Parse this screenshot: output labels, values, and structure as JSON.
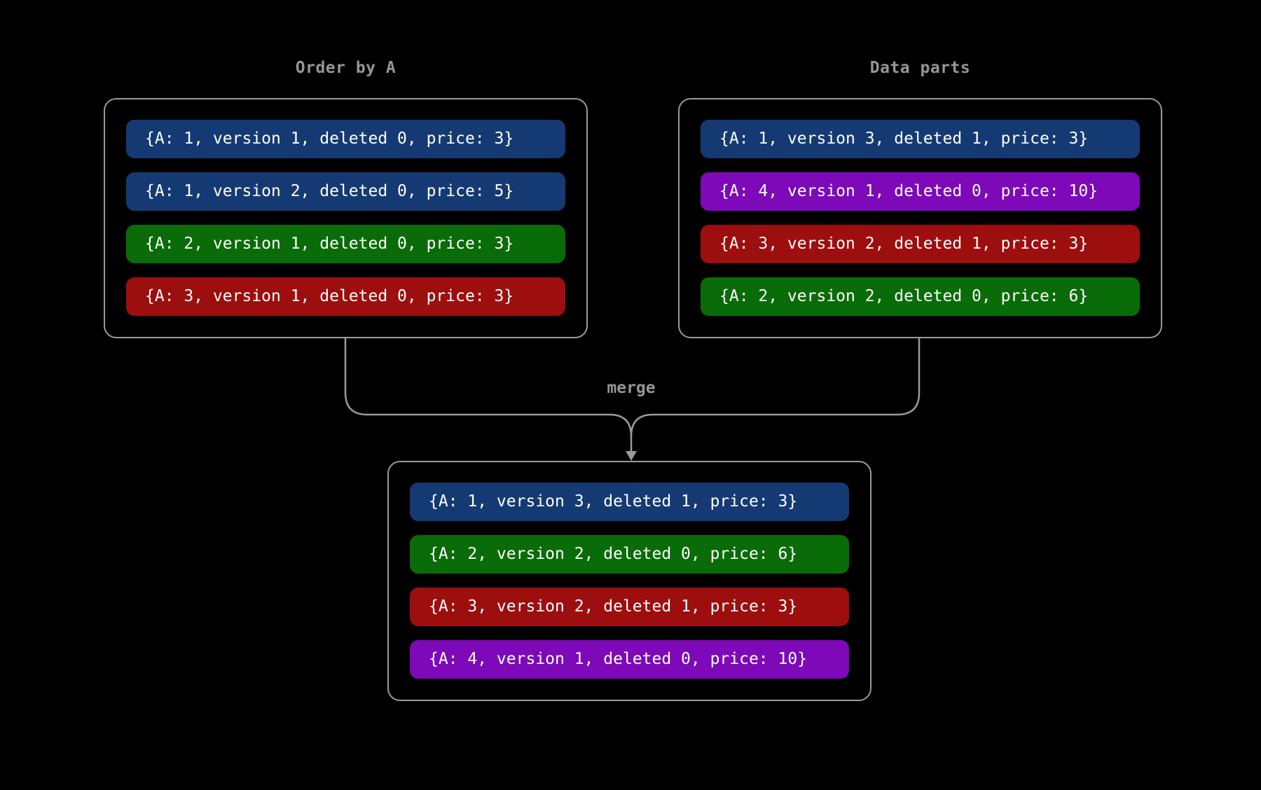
{
  "palette": {
    "background": "#000000",
    "box_border": "#9a9a9a",
    "title_text": "#969696",
    "row_text": "#ffffff",
    "connector": "#9a9a9a",
    "blue": "#153a73",
    "green": "#0a6c08",
    "red": "#9d0e0e",
    "purple": "#7e09b8"
  },
  "connector": {
    "label": "merge",
    "color": "#9a9a9a"
  },
  "boxes": {
    "left": {
      "title": "Order by A",
      "rows": [
        {
          "text": "{A: 1, version 1, deleted 0, price: 3}",
          "color": "#153a73"
        },
        {
          "text": "{A: 1, version 2, deleted 0, price: 5}",
          "color": "#153a73"
        },
        {
          "text": "{A: 2, version 1, deleted 0, price: 3}",
          "color": "#0a6c08"
        },
        {
          "text": "{A: 3, version 1, deleted 0, price: 3}",
          "color": "#9d0e0e"
        }
      ]
    },
    "right": {
      "title": "Data parts",
      "rows": [
        {
          "text": "{A: 1, version 3, deleted 1, price: 3}",
          "color": "#153a73"
        },
        {
          "text": "{A: 4, version 1, deleted 0, price: 10}",
          "color": "#7e09b8"
        },
        {
          "text": "{A: 3, version 2, deleted 1, price: 3}",
          "color": "#9d0e0e"
        },
        {
          "text": "{A: 2, version 2, deleted 0, price: 6}",
          "color": "#0a6c08"
        }
      ]
    },
    "merged": {
      "rows": [
        {
          "text": "{A: 1, version 3, deleted 1, price: 3}",
          "color": "#153a73"
        },
        {
          "text": "{A: 2, version 2, deleted 0, price: 6}",
          "color": "#0a6c08"
        },
        {
          "text": "{A: 3, version 2, deleted 1, price: 3}",
          "color": "#9d0e0e"
        },
        {
          "text": "{A: 4, version 1, deleted 0, price: 10}",
          "color": "#7e09b8"
        }
      ]
    }
  }
}
